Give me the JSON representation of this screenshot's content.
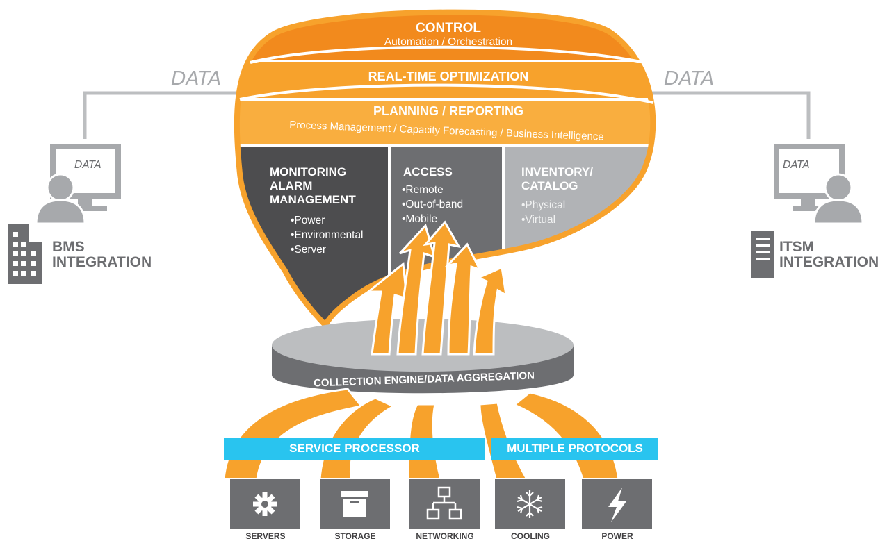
{
  "layers": {
    "control": {
      "title": "CONTROL",
      "subtitle": "Automation / Orchestration"
    },
    "realtime": {
      "title": "REAL-TIME OPTIMIZATION"
    },
    "planning": {
      "title": "PLANNING / REPORTING",
      "subtitle": "Process Management / Capacity Forecasting / Business Intelligence"
    }
  },
  "panels": {
    "monitoring": {
      "title_lines": [
        "MONITORING",
        "ALARM",
        "MANAGEMENT"
      ],
      "bullets": [
        "•Power",
        "•Environmental",
        "•Server"
      ]
    },
    "access": {
      "title": "ACCESS",
      "bullets": [
        "•Remote",
        "•Out-of-band",
        "•Mobile"
      ]
    },
    "inventory": {
      "title_lines": [
        "INVENTORY/",
        "CATALOG"
      ],
      "bullets": [
        "•Physical",
        "•Virtual"
      ]
    }
  },
  "connections": {
    "left_label": "DATA",
    "right_label": "DATA"
  },
  "integrations": {
    "bms": {
      "screen_label": "DATA",
      "label": "BMS\nINTEGRATION"
    },
    "itsm": {
      "screen_label": "DATA",
      "label": "ITSM\nINTEGRATION"
    }
  },
  "engine": {
    "label": "COLLECTION ENGINE/DATA AGGREGATION"
  },
  "bars": {
    "service_processor": "SERVICE PROCESSOR",
    "multiple_protocols": "MULTIPLE PROTOCOLS"
  },
  "devices": [
    {
      "label": "SERVERS",
      "icon": "gear-icon"
    },
    {
      "label": "STORAGE",
      "icon": "storage-box-icon"
    },
    {
      "label": "NETWORKING",
      "icon": "network-icon"
    },
    {
      "label": "COOLING",
      "icon": "snowflake-icon"
    },
    {
      "label": "POWER",
      "icon": "lightning-icon"
    }
  ],
  "colors": {
    "orange_dark": "#f28a1d",
    "orange": "#f7a22c",
    "orange_light": "#f9ae3f",
    "dark_gray": "#4d4d4f",
    "mid_gray": "#6d6e71",
    "light_gray": "#b1b3b6",
    "cyan": "#29c4ef"
  }
}
